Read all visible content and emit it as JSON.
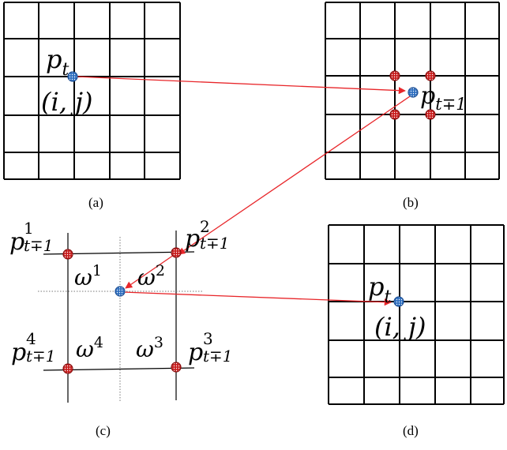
{
  "captions": {
    "a": "(a)",
    "b": "(b)",
    "c": "(c)",
    "d": "(d)"
  },
  "labels": {
    "p": "p",
    "sub_t": "t",
    "sub_tmp": "t∓1",
    "ij": "(i, j)",
    "omega": "ω",
    "sup1": "1",
    "sup2": "2",
    "sup3": "3",
    "sup4": "4"
  },
  "colors": {
    "grid": "#000000",
    "arrow": "#e8262a",
    "point_blue": "#2f6fc0",
    "point_red": "#c81e1e",
    "dotted": "#777777"
  },
  "icons": {
    "blue_point": "blue-dotted-circle",
    "red_point": "red-dotted-circle"
  }
}
